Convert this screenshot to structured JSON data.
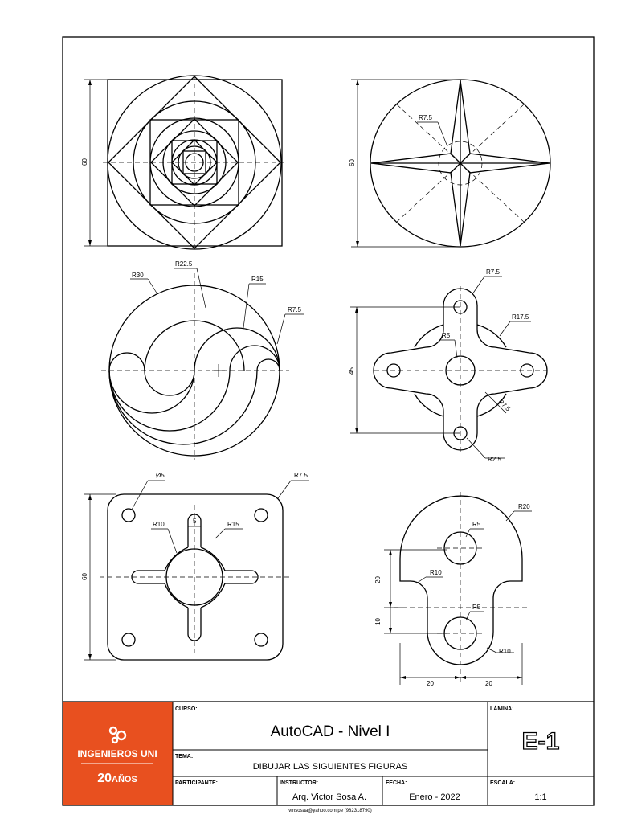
{
  "drawings": {
    "fig1": {
      "dims": [
        "60"
      ]
    },
    "fig2": {
      "dims": [
        "60",
        "R7.5"
      ]
    },
    "fig3": {
      "dims": [
        "R30",
        "R22.5",
        "R15",
        "R7.5"
      ]
    },
    "fig4": {
      "dims": [
        "R7.5",
        "R17.5",
        "R5",
        "45",
        "R7.5",
        "R2.5"
      ]
    },
    "fig5": {
      "dims": [
        "Ø5",
        "R7.5",
        "R10",
        "5",
        "R15",
        "60"
      ]
    },
    "fig6": {
      "dims": [
        "R20",
        "R5",
        "R10",
        "20",
        "10",
        "R5",
        "R10",
        "20",
        "20"
      ]
    }
  },
  "titleblock": {
    "logo": {
      "text": "INGENIEROS UNI",
      "years_number": "20",
      "years_word": "AÑOS",
      "color": "#e8501f"
    },
    "curso_label": "CURSO:",
    "curso": "AutoCAD - Nivel I",
    "tema_label": "TEMA:",
    "tema": "DIBUJAR LAS SIGUIENTES FIGURAS",
    "participante_label": "PARTICIPANTE:",
    "participante": "",
    "instructor_label": "INSTRUCTOR:",
    "instructor": "Arq. Victor Sosa A.",
    "fecha_label": "FECHA:",
    "fecha": "Enero - 2022",
    "lamina_label": "LÁMINA:",
    "lamina": "E-1",
    "escala_label": "ESCALA:",
    "escala": "1:1"
  },
  "footer_contact": "vmsosaa@yahoo.com.pe (982318790)"
}
